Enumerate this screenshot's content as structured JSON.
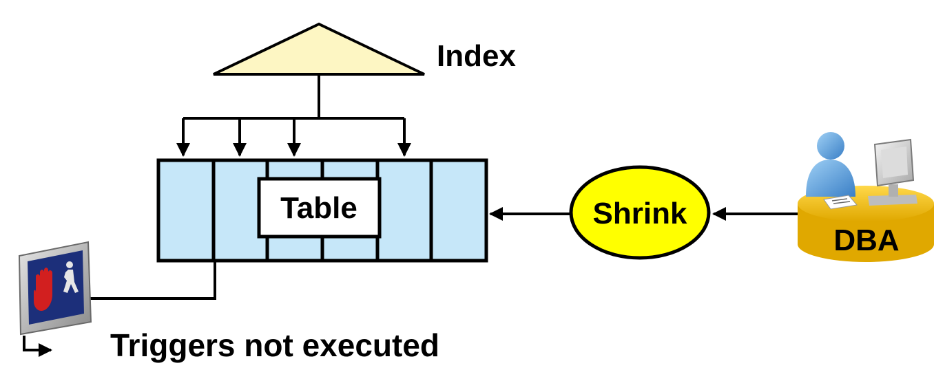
{
  "index": {
    "label": "Index"
  },
  "table": {
    "label": "Table"
  },
  "shrink": {
    "label": "Shrink"
  },
  "dba": {
    "label": "DBA"
  },
  "caption": {
    "text": "Triggers not executed"
  },
  "colors": {
    "triangle_fill": "#fdf6c3",
    "table_fill": "#c6e7f9",
    "shrink_fill": "#ffff00",
    "dba_gold": "#f5c20a",
    "stop_red": "#cc1f1f",
    "stop_panel": "#1c2f7a"
  }
}
